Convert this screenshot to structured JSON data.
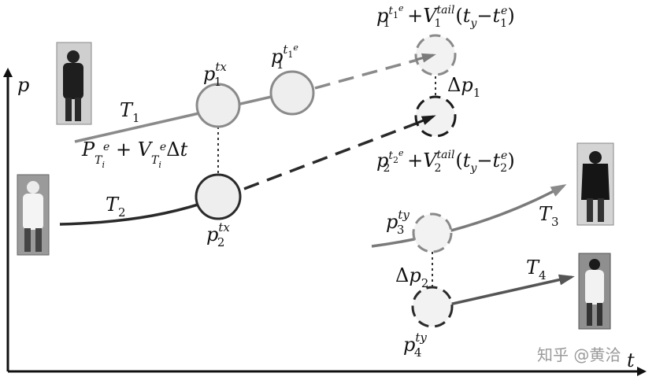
{
  "axes": {
    "y_label": "p",
    "x_label": "t"
  },
  "tracks": {
    "T1": {
      "name": "T",
      "sub": "1"
    },
    "T2": {
      "name": "T",
      "sub": "2"
    },
    "T3": {
      "name": "T",
      "sub": "3"
    },
    "T4": {
      "name": "T",
      "sub": "4"
    }
  },
  "labels": {
    "p1_tx": {
      "base": "p",
      "sub": "1",
      "sup": "tx"
    },
    "p1_t1e": {
      "base": "p",
      "sub": "1",
      "sup": "t1e"
    },
    "p2_tx": {
      "base": "p",
      "sub": "2",
      "sup": "tx"
    },
    "p3_ty": {
      "base": "p",
      "sub": "3",
      "sup": "ty"
    },
    "p4_ty": {
      "base": "p",
      "sub": "4",
      "sup": "ty"
    },
    "pred1": {
      "text": "p1t1e + V1tail(ty − t1e)"
    },
    "pred2": {
      "text": "p2t2e + V2tail(ty − t2e)"
    },
    "formula": {
      "text": "PTie + VTieΔt"
    },
    "dp1": {
      "delta": "Δ",
      "base": "p",
      "sub": "1"
    },
    "dp2": {
      "delta": "Δ",
      "base": "p",
      "sub": "2"
    }
  },
  "watermark": "知乎 @黄洽",
  "colors": {
    "gray_line": "#8a8a8a",
    "dark_line": "#2a2a2a",
    "mid_line": "#555555",
    "circle_fill": "#eeeeee"
  }
}
